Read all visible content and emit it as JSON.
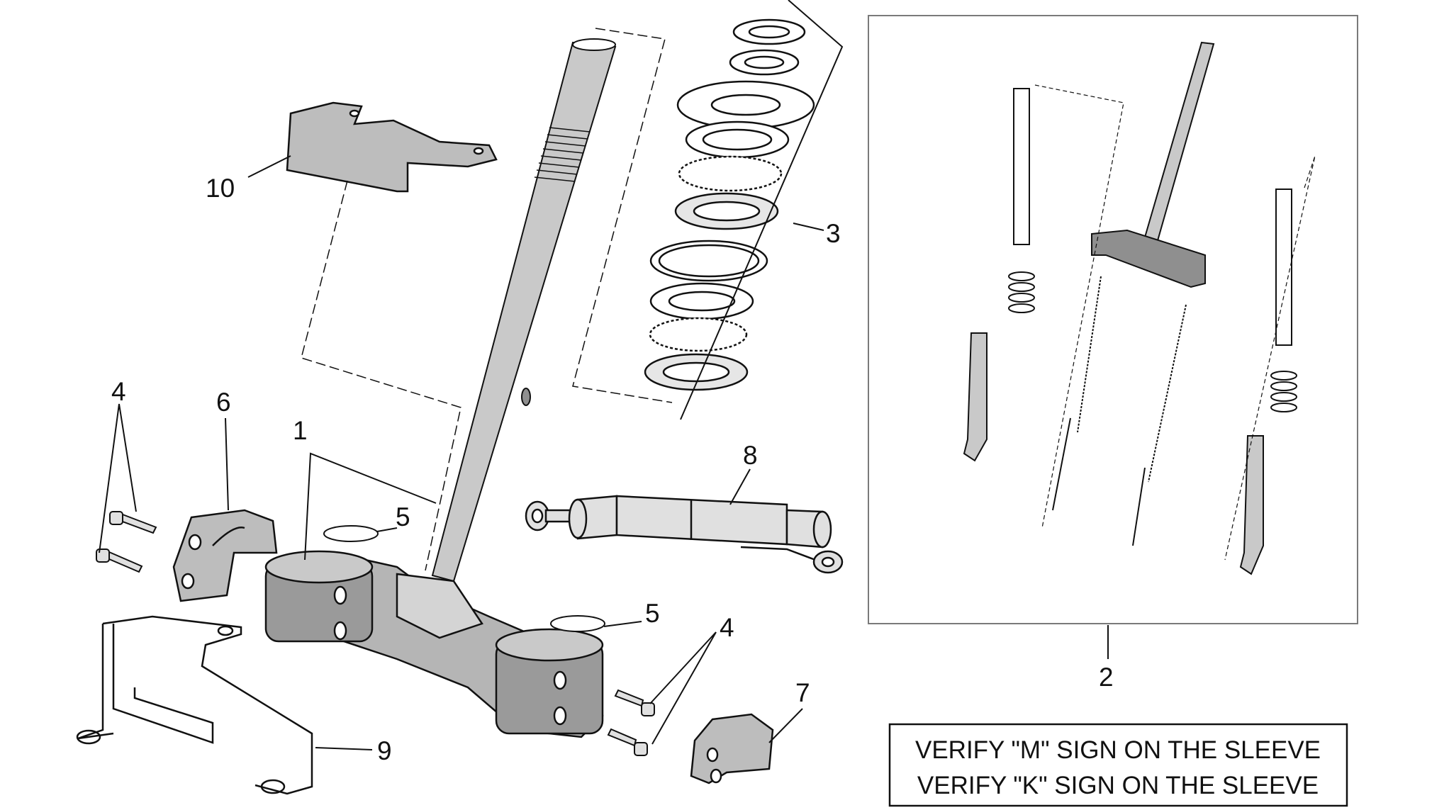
{
  "callouts": {
    "c1": "1",
    "c2": "2",
    "c3": "3",
    "c4a": "4",
    "c4b": "4",
    "c5a": "5",
    "c5b": "5",
    "c6": "6",
    "c7": "7",
    "c8": "8",
    "c9": "9",
    "c10": "10"
  },
  "notice": {
    "line1": "VERIFY \"M\" SIGN ON THE SLEEVE",
    "line2": "VERIFY \"K\" SIGN ON THE SLEEVE"
  },
  "colors": {
    "line": "#111111",
    "part_fill": "#c9c9c9",
    "part_dark": "#8f8f8f",
    "inset_border": "#7a7a7a"
  }
}
